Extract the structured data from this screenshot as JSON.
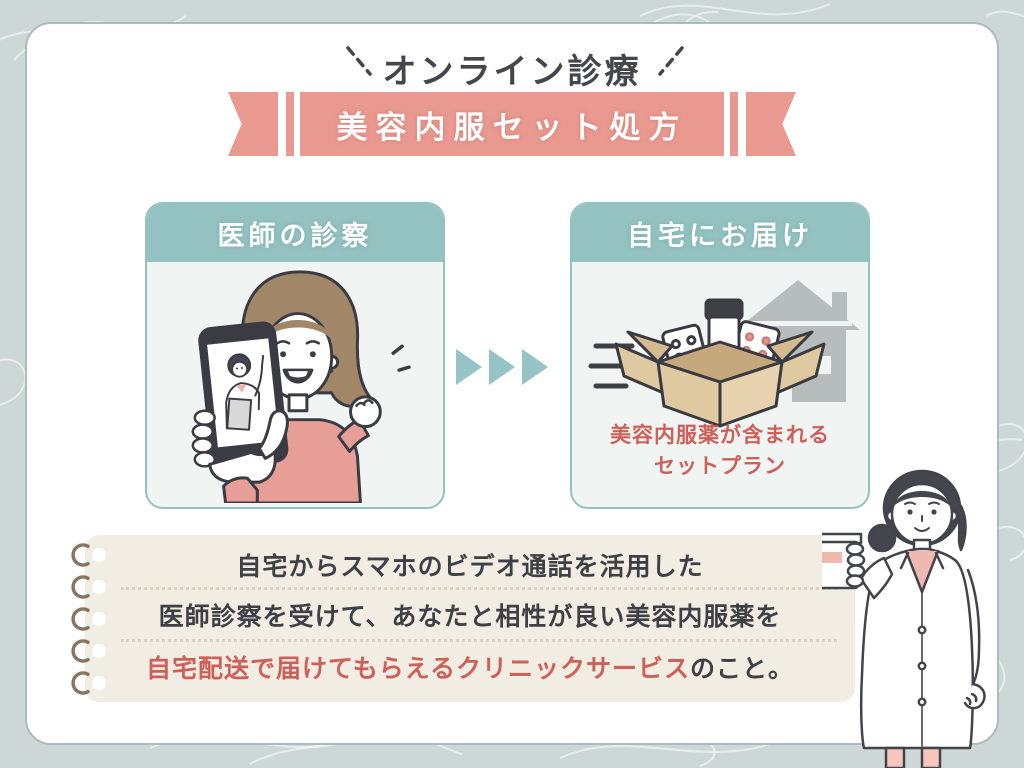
{
  "header": {
    "eyebrow": "オンライン診療",
    "title": "美容内服セット処方"
  },
  "steps": [
    {
      "label": "医師の診察",
      "illustration": "woman-smartphone-video-call"
    },
    {
      "label": "自宅にお届け",
      "illustration": "delivery-box-with-medicine-and-house",
      "caption": [
        "美容内服薬が含まれる",
        "セットプラン"
      ]
    }
  ],
  "arrows": {
    "count": 3,
    "glyph": "▶",
    "color": "#96c4c4"
  },
  "note": {
    "lines": [
      [
        {
          "text": "自宅からスマホのビデオ通話を活用した",
          "highlight": false
        }
      ],
      [
        {
          "text": "医師診察を受けて、あなたと相性が良い美容内服薬を",
          "highlight": false
        }
      ],
      [
        {
          "text": "自宅配送で届けてもらえるクリニックサービス",
          "highlight": true
        },
        {
          "text": "のこと。",
          "highlight": false
        }
      ]
    ]
  },
  "icons": {
    "spiral_binding": "c-shaped-rings",
    "forward_arrows": "▶▶▶"
  },
  "colors": {
    "background": "#cdd8d6",
    "card": "#ffffff",
    "ribbon_salmon": "#e9998f",
    "header_teal": "#93c2c1",
    "text_dark": "#3f3f46",
    "text_red": "#cd6058",
    "note_beige": "#f2ede3",
    "step_body": "#f0f5f4",
    "carton_tan": "#dfc9a1",
    "house_gray": "#b7bdbd"
  }
}
